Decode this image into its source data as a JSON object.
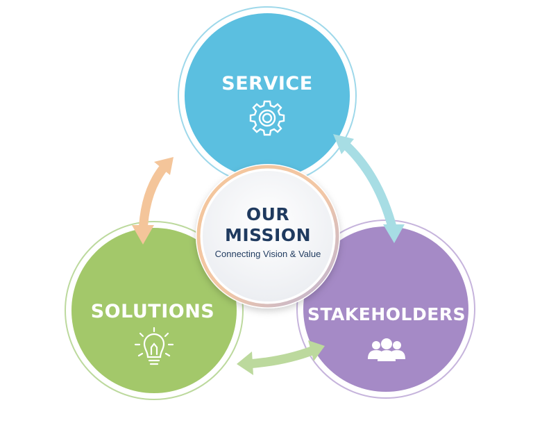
{
  "center": {
    "title_line1": "OUR",
    "title_line2": "MISSION",
    "subtitle": "Connecting Vision & Value"
  },
  "nodes": {
    "service": {
      "label": "SERVICE",
      "icon": "gear-icon",
      "color": "#5bbfe0"
    },
    "solutions": {
      "label": "SOLUTIONS",
      "icon": "lightbulb-icon",
      "color": "#a3c86a"
    },
    "stakeholders": {
      "label": "STAKEHOLDERS",
      "icon": "people-group-icon",
      "color": "#a58ac6"
    }
  },
  "arrows": [
    {
      "from": "solutions",
      "to": "service",
      "color": "#f4c59a",
      "icon": "double-arrow-icon"
    },
    {
      "from": "service",
      "to": "stakeholders",
      "color": "#a7dde4",
      "icon": "double-arrow-icon"
    },
    {
      "from": "stakeholders",
      "to": "solutions",
      "color": "#bcd99d",
      "icon": "double-arrow-icon"
    }
  ],
  "colors": {
    "title": "#1f3a5f",
    "subtitle": "#1f3a5f",
    "center_ring_top": "#f4c59a",
    "center_ring_bottom": "#b8b2d8"
  }
}
